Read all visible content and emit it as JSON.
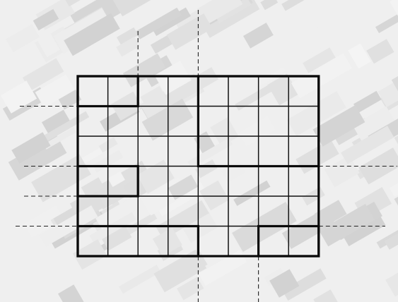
{
  "background": {
    "kind": "aerial-photo-grayscale",
    "base_color": "#e6e6e6",
    "opacity": 0.55
  },
  "grid": {
    "columns": 8,
    "rows": 6,
    "line_color": "#111111",
    "thick_color": "#0a0a0a",
    "dash_color": "#222222"
  },
  "blocks": [
    {
      "id": "block-a",
      "col": 0,
      "row": 0,
      "cols": 2,
      "rows": 1
    },
    {
      "id": "block-b",
      "col": 4,
      "row": 0,
      "cols": 4,
      "rows": 3
    },
    {
      "id": "block-c",
      "col": 0,
      "row": 3,
      "cols": 2,
      "rows": 1
    },
    {
      "id": "block-d",
      "col": 0,
      "row": 5,
      "cols": 4,
      "rows": 1
    },
    {
      "id": "block-e",
      "col": 6,
      "row": 5,
      "cols": 2,
      "rows": 1
    }
  ],
  "cut_lines": [
    {
      "id": "cut-v-1",
      "axis": "vertical",
      "at_col": 2,
      "extends": "top"
    },
    {
      "id": "cut-v-2",
      "axis": "vertical",
      "at_col": 4,
      "extends": "top"
    },
    {
      "id": "cut-v-3",
      "axis": "vertical",
      "at_col": 4,
      "extends": "bottom"
    },
    {
      "id": "cut-v-4",
      "axis": "vertical",
      "at_col": 6,
      "extends": "bottom"
    },
    {
      "id": "cut-h-1",
      "axis": "horizontal",
      "at_row": 1,
      "extends": "left"
    },
    {
      "id": "cut-h-2",
      "axis": "horizontal",
      "at_row": 3,
      "extends": "left"
    },
    {
      "id": "cut-h-3",
      "axis": "horizontal",
      "at_row": 3,
      "extends": "right"
    },
    {
      "id": "cut-h-4",
      "axis": "horizontal",
      "at_row": 4,
      "extends": "left"
    },
    {
      "id": "cut-h-5",
      "axis": "horizontal",
      "at_row": 5,
      "extends": "left"
    },
    {
      "id": "cut-h-6",
      "axis": "horizontal",
      "at_row": 5,
      "extends": "right"
    }
  ]
}
